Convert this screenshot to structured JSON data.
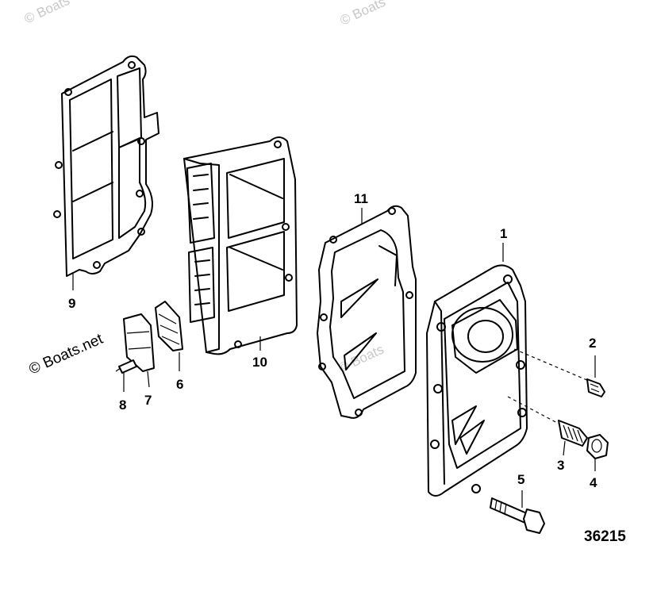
{
  "watermarks": {
    "top_left": "© Boats",
    "top_center": "© Boats",
    "center": "© Boats",
    "main": "© Boats.net"
  },
  "callouts": [
    {
      "id": "1",
      "text": "1"
    },
    {
      "id": "2",
      "text": "2"
    },
    {
      "id": "3",
      "text": "3"
    },
    {
      "id": "4",
      "text": "4"
    },
    {
      "id": "5",
      "text": "5"
    },
    {
      "id": "6",
      "text": "6"
    },
    {
      "id": "7",
      "text": "7"
    },
    {
      "id": "8",
      "text": "8"
    },
    {
      "id": "9",
      "text": "9"
    },
    {
      "id": "10",
      "text": "10"
    },
    {
      "id": "11",
      "text": "11"
    }
  ],
  "diagram_code": "36215"
}
